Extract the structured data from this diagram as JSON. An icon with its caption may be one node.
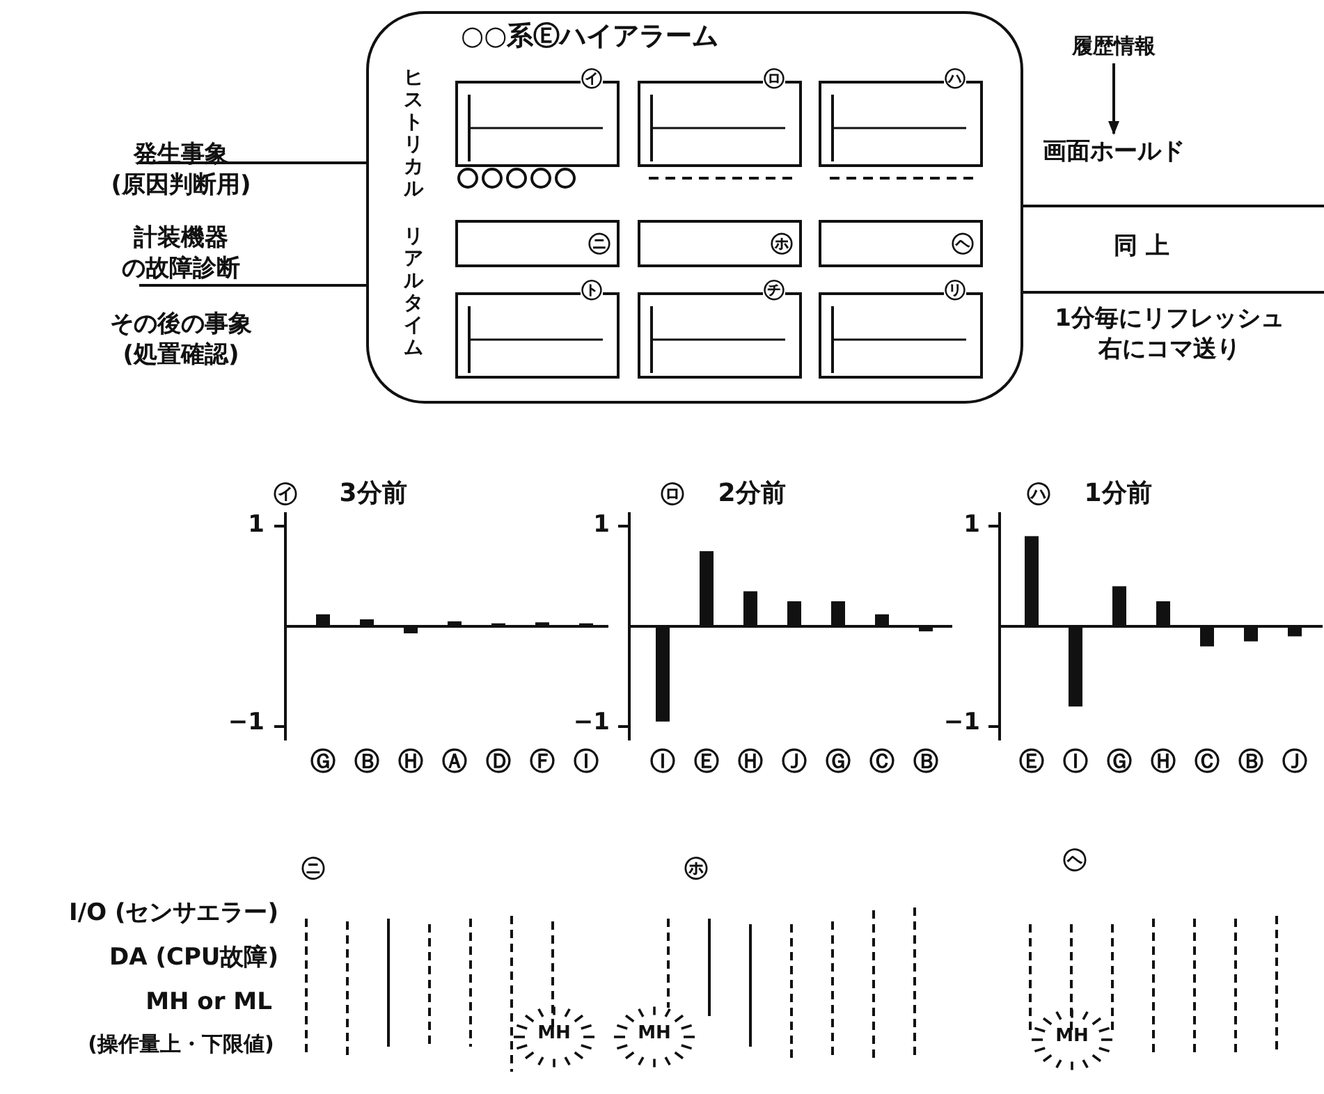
{
  "diagram": {
    "nodes": [
      {
        "text": [
          "○○系Ⓔハイアラーム",
          "ヒストリカル",
          "リアルタイム"
        ]
      },
      {
        "text": [
          "㋑"
        ],
        "in": 0
      },
      {
        "text": [
          "㋺"
        ],
        "in": 0
      },
      {
        "text": [
          "㋩"
        ],
        "in": 0
      },
      {
        "text": [
          "㋥"
        ],
        "in": 0
      },
      {
        "text": [
          "㋭"
        ],
        "in": 0
      },
      {
        "text": [
          "㋬"
        ],
        "in": 0
      },
      {
        "text": [
          "㋣"
        ],
        "in": 0
      },
      {
        "text": [
          "㋠"
        ],
        "in": 0
      },
      {
        "text": [
          "㋷"
        ],
        "in": 0
      },
      {
        "text": [
          "履歴情報"
        ]
      },
      {
        "text": [
          "画面ホールド"
        ]
      }
    ],
    "edges": [
      {
        "from": 10,
        "to": 11,
        "arrow": "to"
      }
    ],
    "labels": [
      "発生事象(原因判断用)",
      "計装機器の故障診断",
      "その後の事象(処置確認)",
      "同 上",
      "1分毎にリフレッシュ右にコマ送り",
      "㋑",
      "3分前",
      "㋺",
      "2分前",
      "㋩",
      "1分前",
      "1",
      "−1",
      "1",
      "−1",
      "1",
      "−1",
      "Ⓖ",
      "Ⓑ",
      "Ⓗ",
      "Ⓐ",
      "Ⓓ",
      "Ⓕ",
      "Ⓘ",
      "Ⓘ",
      "Ⓔ",
      "Ⓗ",
      "Ⓙ",
      "Ⓖ",
      "Ⓒ",
      "Ⓑ",
      "Ⓔ",
      "Ⓘ",
      "Ⓖ",
      "Ⓗ",
      "Ⓒ",
      "Ⓑ",
      "Ⓙ",
      "㋥",
      "㋭",
      "㋬",
      "I/O (センサエラー)",
      "DA (CPU故障)",
      "MH or ML",
      "(操作量上・下限値)",
      "MH",
      "MH",
      "MH"
    ]
  }
}
